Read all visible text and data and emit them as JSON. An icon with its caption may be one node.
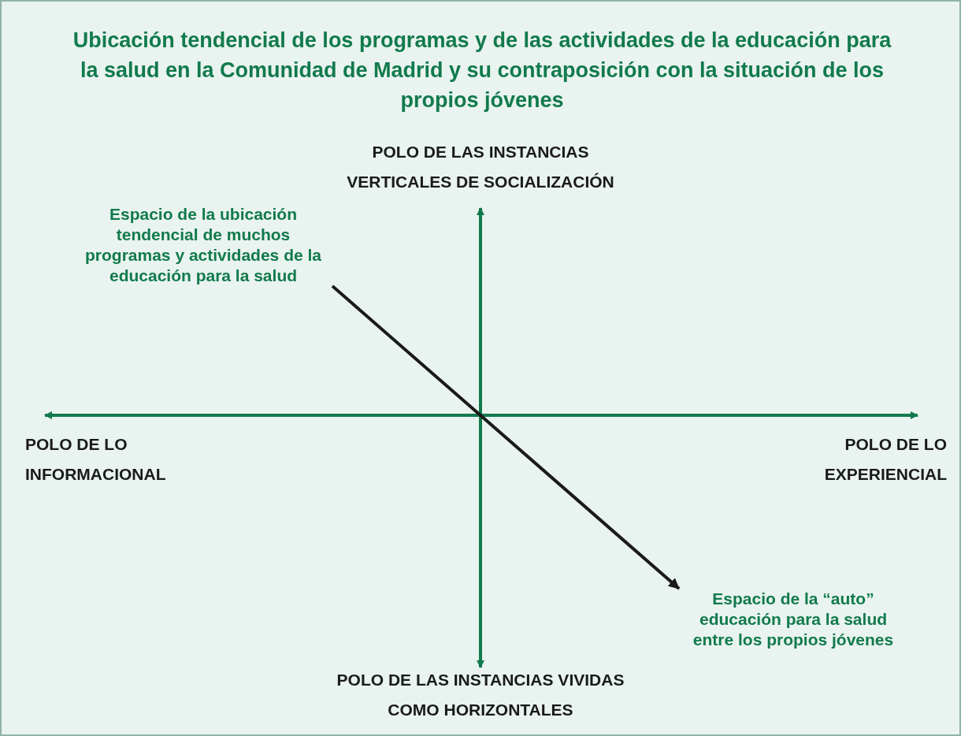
{
  "diagram": {
    "title": "Ubicación tendencial de los programas y de las actividades de la educación para la salud en la Comunidad de Madrid y su contraposición con la situación de los propios jóvenes",
    "nodes": [
      {
        "text": [
          "Espacio de la ubicación tendencial de muchos programas y actividades de la educación para la salud"
        ]
      },
      {
        "text": [
          "Espacio de la “auto” educación para la salud entre los propios jóvenes"
        ]
      }
    ],
    "edges": [
      {
        "from": 0,
        "to": 1,
        "arrow": "to"
      }
    ],
    "labels": [
      "POLO DE LAS INSTANCIAS VERTICALES DE SOCIALIZACIÓN",
      "POLO DE LO INFORMACIONAL",
      "POLO DE LO EXPERIENCIAL",
      "POLO DE LAS INSTANCIAS VIVIDAS COMO HORIZONTALES"
    ]
  }
}
